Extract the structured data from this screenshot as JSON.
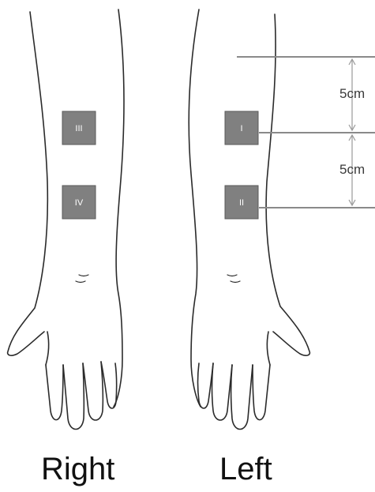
{
  "arms": {
    "right": {
      "caption": "Right",
      "sites": [
        "III",
        "IV"
      ]
    },
    "left": {
      "caption": "Left",
      "sites": [
        "I",
        "II"
      ]
    }
  },
  "measurements": {
    "upper": "5cm",
    "lower": "5cm"
  },
  "colors": {
    "site_fill": "#808080",
    "site_border": "#5a5a5a",
    "arm_outline": "#2b2b2b",
    "guide_line": "#8a8a8a"
  }
}
